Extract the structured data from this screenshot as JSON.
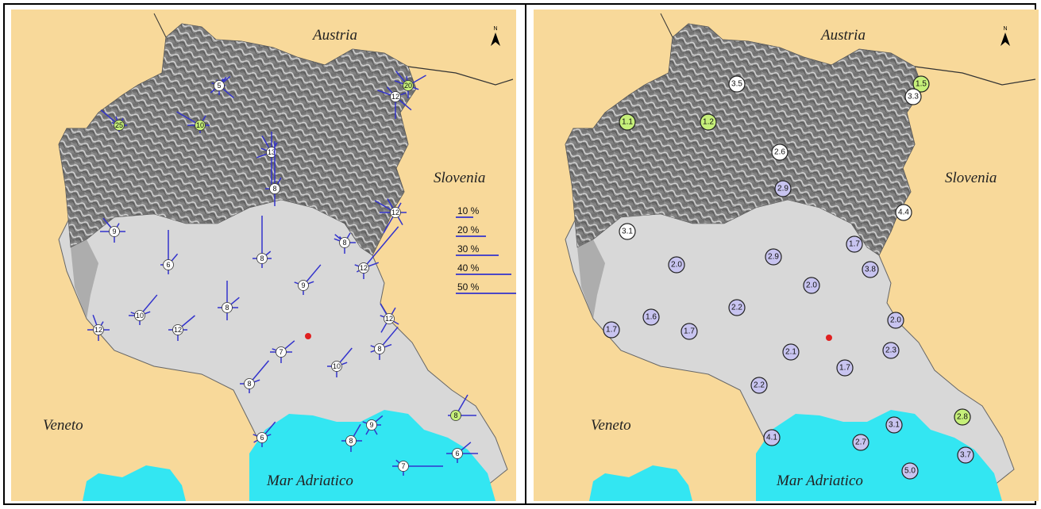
{
  "map_left": {
    "labels": {
      "austria": "Austria",
      "slovenia": "Slovenia",
      "veneto": "Veneto",
      "sea": "Mar Adriatico",
      "north": "N"
    },
    "legend": [
      "10 %",
      "20 %",
      "30 %",
      "40 %",
      "50 %"
    ],
    "colors": {
      "rose": "#3333cc",
      "circle_default": "#ffffff",
      "circle_highlight": "#c6f07a"
    },
    "stations": [
      {
        "id": "L1",
        "value": "5"
      },
      {
        "id": "L2",
        "value": "20"
      },
      {
        "id": "L3",
        "value": "12"
      },
      {
        "id": "L4",
        "value": "25"
      },
      {
        "id": "L5",
        "value": "10"
      },
      {
        "id": "L6",
        "value": "13"
      },
      {
        "id": "L7",
        "value": "8"
      },
      {
        "id": "L8",
        "value": "12"
      },
      {
        "id": "L9",
        "value": "9"
      },
      {
        "id": "L10",
        "value": "8"
      },
      {
        "id": "L11",
        "value": "6"
      },
      {
        "id": "L12",
        "value": "8"
      },
      {
        "id": "L13",
        "value": "12"
      },
      {
        "id": "L14",
        "value": "9"
      },
      {
        "id": "L15",
        "value": "8"
      },
      {
        "id": "L16",
        "value": "12"
      },
      {
        "id": "L17",
        "value": "10"
      },
      {
        "id": "L18",
        "value": "12"
      },
      {
        "id": "L19",
        "value": "12"
      },
      {
        "id": "L20",
        "value": "8"
      },
      {
        "id": "L21",
        "value": "7"
      },
      {
        "id": "L22",
        "value": "10"
      },
      {
        "id": "L23",
        "value": "8"
      },
      {
        "id": "L24",
        "value": "8"
      },
      {
        "id": "L25",
        "value": "9"
      },
      {
        "id": "L26",
        "value": "6"
      },
      {
        "id": "L27",
        "value": "8"
      },
      {
        "id": "L28",
        "value": "6"
      },
      {
        "id": "L29",
        "value": "7"
      }
    ]
  },
  "map_right": {
    "labels": {
      "austria": "Austria",
      "slovenia": "Slovenia",
      "veneto": "Veneto",
      "sea": "Mar Adriatico",
      "north": "N"
    },
    "colors": {
      "circle_white": "#ffffff",
      "circle_lavender": "#c8c4f0",
      "circle_green": "#c6f07a"
    },
    "stations": [
      {
        "id": "R1",
        "value": "3.5",
        "cls": "white"
      },
      {
        "id": "R2",
        "value": "1.5",
        "cls": "green"
      },
      {
        "id": "R3",
        "value": "3.3",
        "cls": "white"
      },
      {
        "id": "R4",
        "value": "1.1",
        "cls": "green"
      },
      {
        "id": "R5",
        "value": "1.2",
        "cls": "green"
      },
      {
        "id": "R6",
        "value": "2.6",
        "cls": "white"
      },
      {
        "id": "R7",
        "value": "2.9",
        "cls": "lavender"
      },
      {
        "id": "R8",
        "value": "4.4",
        "cls": "white"
      },
      {
        "id": "R9",
        "value": "3.1",
        "cls": "white"
      },
      {
        "id": "R10",
        "value": "1.7",
        "cls": "lavender"
      },
      {
        "id": "R11",
        "value": "2.0",
        "cls": "lavender"
      },
      {
        "id": "R12",
        "value": "2.9",
        "cls": "lavender"
      },
      {
        "id": "R13",
        "value": "3.8",
        "cls": "lavender"
      },
      {
        "id": "R14",
        "value": "2.0",
        "cls": "lavender"
      },
      {
        "id": "R15",
        "value": "2.2",
        "cls": "lavender"
      },
      {
        "id": "R16",
        "value": "1.6",
        "cls": "lavender"
      },
      {
        "id": "R17",
        "value": "1.7",
        "cls": "lavender"
      },
      {
        "id": "R18",
        "value": "1.7",
        "cls": "lavender"
      },
      {
        "id": "R19",
        "value": "2.0",
        "cls": "lavender"
      },
      {
        "id": "R20",
        "value": "2.1",
        "cls": "lavender"
      },
      {
        "id": "R21",
        "value": "2.3",
        "cls": "lavender"
      },
      {
        "id": "R22",
        "value": "1.7",
        "cls": "lavender"
      },
      {
        "id": "R23",
        "value": "2.2",
        "cls": "lavender"
      },
      {
        "id": "R24",
        "value": "2.8",
        "cls": "green"
      },
      {
        "id": "R25",
        "value": "3.1",
        "cls": "lavender"
      },
      {
        "id": "R26",
        "value": "4.1",
        "cls": "lavender"
      },
      {
        "id": "R27",
        "value": "2.7",
        "cls": "lavender"
      },
      {
        "id": "R28",
        "value": "3.7",
        "cls": "lavender"
      },
      {
        "id": "R29",
        "value": "5.0",
        "cls": "lavender"
      }
    ]
  }
}
